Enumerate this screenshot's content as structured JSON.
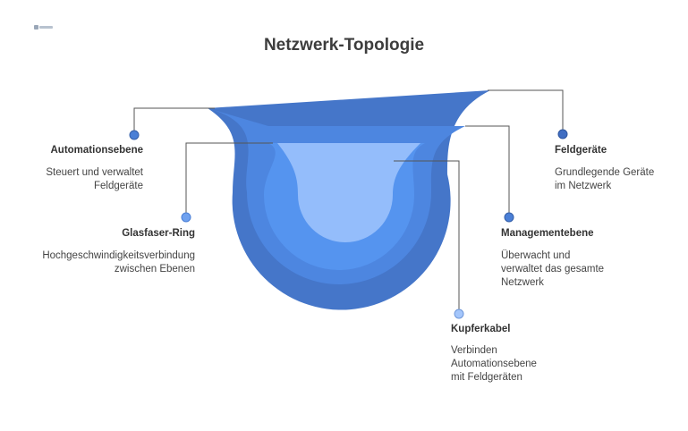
{
  "title": "Netzwerk-Topologie",
  "colors": {
    "ring_outer": "#4576c9",
    "ring_2": "#4d86e0",
    "ring_3": "#5594ef",
    "ring_inner": "#94bdfb",
    "connector": "#555555"
  },
  "labels": {
    "automation": {
      "title": "Automationsebene",
      "desc": [
        "Steuert und verwaltet",
        "Feldgeräte"
      ]
    },
    "glasfaser": {
      "title": "Glasfaser-Ring",
      "desc": [
        "Hochgeschwindigkeitsverbindung",
        "zwischen Ebenen"
      ]
    },
    "feldgeraete": {
      "title": "Feldgeräte",
      "desc": [
        "Grundlegende Geräte",
        "im Netzwerk"
      ]
    },
    "management": {
      "title": "Managementebene",
      "desc": [
        "Überwacht und",
        "verwaltet das gesamte",
        "Netzwerk"
      ]
    },
    "kupfer": {
      "title": "Kupferkabel",
      "desc": [
        "Verbinden",
        "Automationsebene",
        "mit Feldgeräten"
      ]
    }
  }
}
